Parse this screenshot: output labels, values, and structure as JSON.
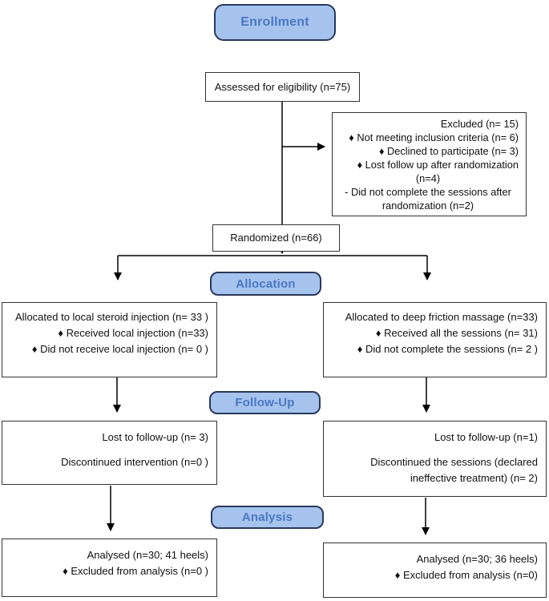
{
  "stage_labels": {
    "enrollment": "Enrollment",
    "allocation": "Allocation",
    "followup": "Follow-Up",
    "analysis": "Analysis"
  },
  "boxes": {
    "assessed": {
      "text": "Assessed for eligibility (n=75)"
    },
    "excluded": {
      "lines": [
        "Excluded  (n= 15)",
        "♦  Not meeting inclusion criteria (n= 6)",
        "♦  Declined to participate (n= 3)",
        "♦  Lost follow up after randomization",
        "(n=4)",
        "- Did not complete the sessions after randomization (n=2)"
      ]
    },
    "randomized": {
      "text": "Randomized (n=66)"
    },
    "allocation_left": {
      "lines": [
        "Allocated to local steroid injection (n= 33 )",
        "♦ Received local injection (n=33)",
        "♦ Did not receive local injection (n= 0 )"
      ]
    },
    "allocation_right": {
      "lines": [
        "Allocated to deep friction massage (n=33)",
        "♦ Received all the sessions (n= 31)",
        "♦ Did not complete the sessions (n= 2 )"
      ]
    },
    "followup_left": {
      "lines": [
        "Lost to follow-up (n= 3)",
        "Discontinued intervention (n=0  )"
      ]
    },
    "followup_right": {
      "lines": [
        "Lost to follow-up (n=1)",
        "Discontinued the sessions (declared ineffective treatment) (n= 2)"
      ]
    },
    "analysis_left": {
      "lines": [
        "Analysed  (n=30; 41 heels)",
        "♦ Excluded from analysis (n=0  )"
      ]
    },
    "analysis_right": {
      "lines": [
        "Analysed  (n=30; 36 heels)",
        "♦ Excluded from analysis (n=0)"
      ]
    }
  },
  "colors": {
    "stage_fill": "#a6c3ee",
    "stage_border": "#29395b",
    "stage_text": "#4a78c2",
    "box_border": "#333333",
    "connector": "#000000"
  }
}
